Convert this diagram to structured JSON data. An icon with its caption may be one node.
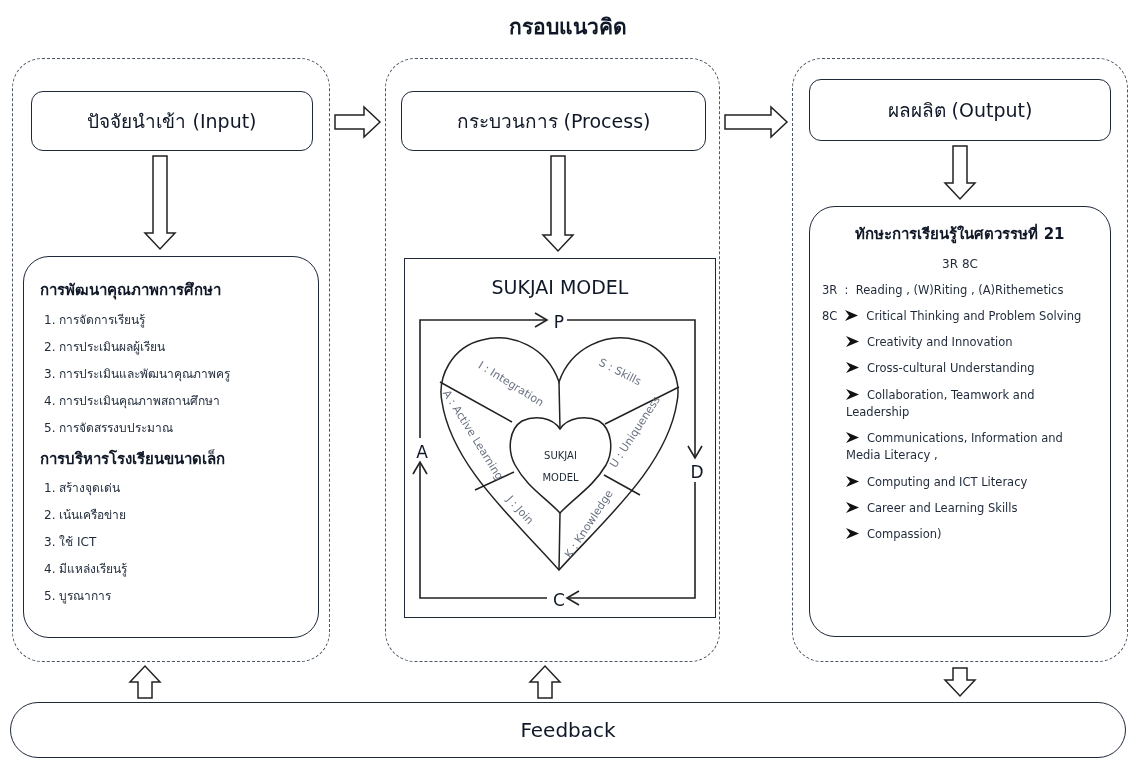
{
  "diagram": {
    "title": "กรอบแนวคิด",
    "nodes": [
      {
        "text": [],
        "shape": "box"
      },
      {
        "text": [
          "ปัจจัยนำเข้า (Input)"
        ],
        "in": 0
      },
      {
        "text": [
          "การพัฒนาคุณภาพการศึกษา",
          "1. การจัดการเรียนรู้",
          "2. การประเมินผลผู้เรียน",
          "3. การประเมินและพัฒนาคุณภาพครู",
          "4. การประเมินคุณภาพสถานศึกษา",
          "5. การจัดสรรงบประมาณ",
          "การบริหารโรงเรียนขนาดเล็ก",
          "1. สร้างจุดเด่น",
          "2. เน้นเครือข่าย",
          "3. ใช้ ICT",
          "4. มีแหล่งเรียนรู้",
          "5. บูรณาการ"
        ],
        "in": 0
      },
      {
        "text": [],
        "shape": "box"
      },
      {
        "text": [
          "กระบวนการ (Process)"
        ],
        "in": 3
      },
      {
        "text": [
          "SUKJAI MODEL"
        ],
        "in": 3
      },
      {
        "text": [
          "I : Integration",
          "S : Skills",
          "A : Active Learning",
          "U : Uniqueness",
          "J : Join",
          "K : Knowledge"
        ],
        "in": 5
      },
      {
        "text": [
          "SUKJAI MODEL"
        ],
        "in": 6
      },
      {
        "text": [
          "P"
        ],
        "in": 5
      },
      {
        "text": [
          "D"
        ],
        "in": 5
      },
      {
        "text": [
          "C"
        ],
        "in": 5
      },
      {
        "text": [
          "A"
        ],
        "in": 5
      },
      {
        "text": [],
        "shape": "box"
      },
      {
        "text": [
          "ผลผลิต (Output)"
        ],
        "in": 12
      },
      {
        "text": [
          "ทักษะการเรียนรู้ในศตวรรษที่ 21",
          "3R 8C",
          "3R  :  Reading , (W)Riting , (A)Rithemetics",
          "8C",
          "Critical Thinking and Problem Solving",
          "Creativity and Innovation",
          "Cross-cultural Understanding",
          "Collaboration, Teamwork and Leadership",
          "Communications, Information and Media Literacy ,",
          "Computing and ICT Literacy",
          "Career and Learning Skills",
          "Compassion)"
        ],
        "in": 12
      },
      {
        "text": [
          "Feedback"
        ]
      }
    ],
    "edges": [
      {
        "from": 0,
        "to": 3,
        "arrow": "to",
        "style": "thick"
      },
      {
        "from": 3,
        "to": 12,
        "arrow": "to",
        "style": "thick"
      },
      {
        "from": 1,
        "to": 2,
        "arrow": "to",
        "style": "thick"
      },
      {
        "from": 4,
        "to": 5,
        "arrow": "to",
        "style": "thick"
      },
      {
        "from": 13,
        "to": 14,
        "arrow": "to",
        "style": "thick"
      },
      {
        "from": 15,
        "to": 0,
        "arrow": "to",
        "style": "thick"
      },
      {
        "from": 15,
        "to": 3,
        "arrow": "to",
        "style": "thick"
      },
      {
        "from": 12,
        "to": 15,
        "arrow": "to",
        "style": "thick"
      },
      {
        "from": 11,
        "to": 8,
        "arrow": "to"
      },
      {
        "from": 8,
        "to": 9,
        "arrow": "to"
      },
      {
        "from": 9,
        "to": 10,
        "arrow": "to"
      },
      {
        "from": 10,
        "to": 11,
        "arrow": "to"
      }
    ]
  }
}
